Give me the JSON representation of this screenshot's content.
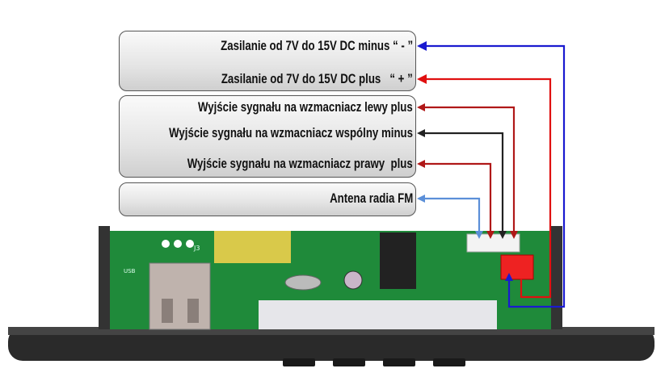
{
  "labels": {
    "power_minus": "Zasilanie od 7V do 15V DC minus “ - ”",
    "power_plus": "Zasilanie od 7V do 15V DC plus   “ + ”",
    "out_left_plus": "Wyjście sygnału na wzmacniacz lewy plus",
    "out_common_minus": "Wyjście sygnału na wzmacniacz wspólny minus",
    "out_right_plus": "Wyjście sygnału na wzmacniacz prawy  plus",
    "antenna": "Antena radia FM"
  },
  "board_marks": {
    "connector": "J3",
    "usb": "USB"
  },
  "colors": {
    "minus_wire": "#1a1ad0",
    "plus_wire": "#e01010",
    "signal_plus": "#b01818",
    "signal_minus": "#222222",
    "antenna_wire": "#5b8fd8",
    "pcb": "#1f8a3a"
  }
}
